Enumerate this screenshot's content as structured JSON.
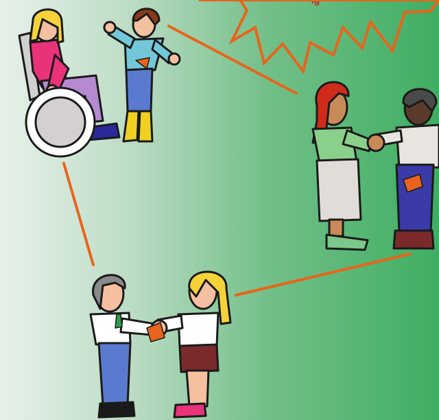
{
  "scene": {
    "title": "",
    "starburst_text": "ig",
    "colors": {
      "background_left": "#e7f1ea",
      "background_right": "#3fae62",
      "connector": "#e8641c",
      "starburst_outline": "#e8641c",
      "starburst_text": "#c62020",
      "outline": "#1a1a1a"
    },
    "groups": [
      "wheelchair-user-and-child",
      "two-women-shaking-hands",
      "man-and-woman-shaking-hands"
    ]
  }
}
